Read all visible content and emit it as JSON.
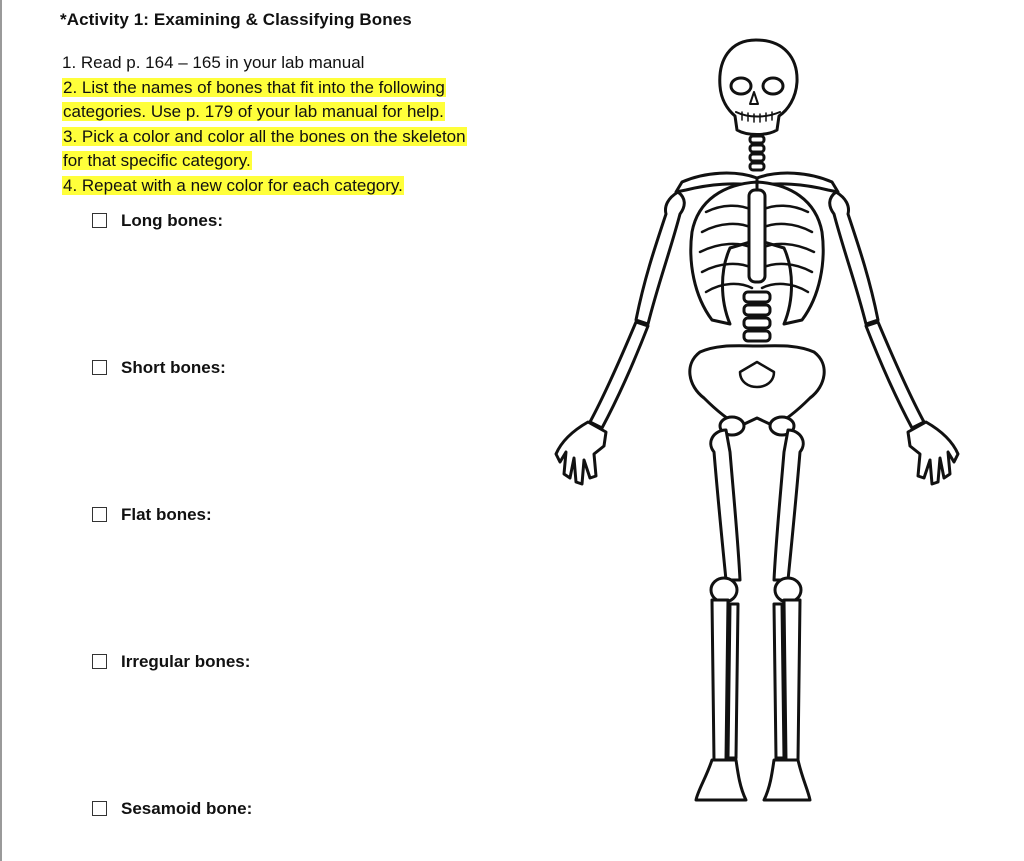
{
  "activity": {
    "title": "*Activity 1:  Examining & Classifying Bones",
    "steps": [
      {
        "text": "1. Read p. 164 – 165 in your lab manual",
        "highlighted": false
      },
      {
        "text": "2. List the names of bones that fit into the following",
        "highlighted": true
      },
      {
        "text": "categories.  Use p. 179 of your lab manual for help.",
        "highlighted": true
      },
      {
        "text": "3. Pick a color and color all the bones on the skeleton",
        "highlighted": true
      },
      {
        "text": "for that specific category.",
        "highlighted": true
      },
      {
        "text": "4. Repeat with a new color for each category.",
        "highlighted": true
      }
    ],
    "highlight_color": "#ffff3a"
  },
  "categories": [
    {
      "label": "Long bones:",
      "checked": false
    },
    {
      "label": "Short bones:",
      "checked": false
    },
    {
      "label": "Flat bones:",
      "checked": false
    },
    {
      "label": "Irregular bones:",
      "checked": false
    },
    {
      "label": "Sesamoid bone:",
      "checked": false
    }
  ],
  "illustration": {
    "icon": "skeleton-icon"
  }
}
